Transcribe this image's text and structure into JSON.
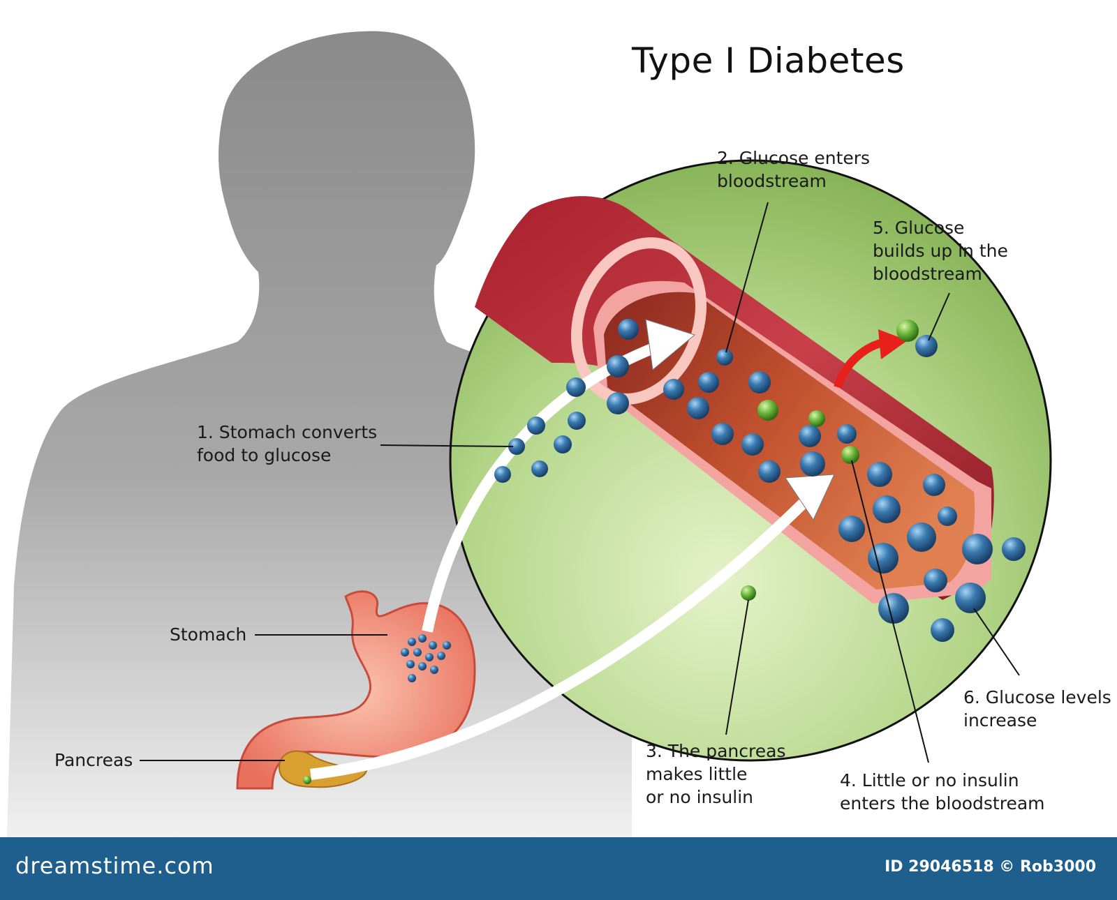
{
  "title": "Type I Diabetes",
  "labels": {
    "step1": "1. Stomach converts\nfood to glucose",
    "step2": "2. Glucose enters\nbloodstream",
    "step3": "3. The pancreas\nmakes little\nor no insulin",
    "step4": "4. Little or no insulin\nenters the bloodstream",
    "step5": "5. Glucose\nbuilds up in the\nbloodstream",
    "step6": "6. Glucose levels\nincrease",
    "stomach": "Stomach",
    "pancreas": "Pancreas"
  },
  "footer": {
    "brand": "dreamstime.com",
    "id_text": "ID 29046518 © Rob3000"
  },
  "colors": {
    "silhouette": "#8c8c8c",
    "circle_bg": "#9cc46c",
    "vessel_outer": "#b8323e",
    "vessel_inner": "#c8583a",
    "vessel_wall": "#f4a4a0",
    "glucose": "#3a7ab0",
    "insulin": "#6cb83c",
    "stomach": "#f08a78",
    "pancreas": "#d8a030",
    "red_arrow": "#e8201c",
    "footer": "#1e5f8e"
  }
}
